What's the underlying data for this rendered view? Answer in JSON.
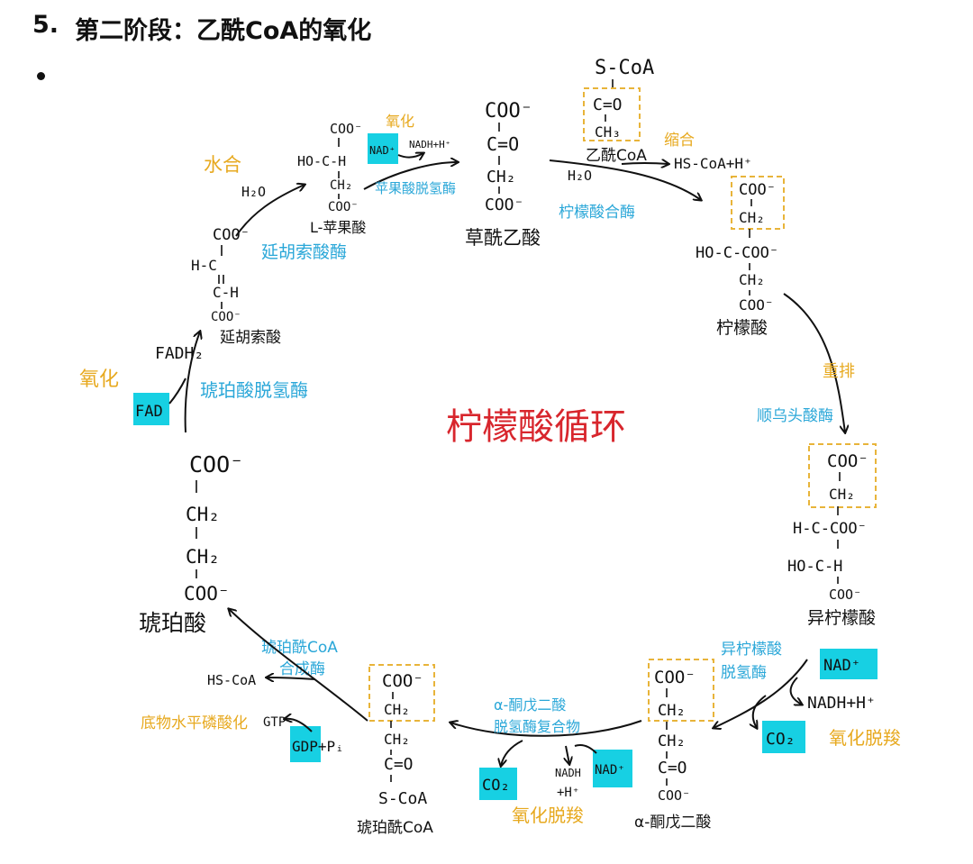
{
  "heading": {
    "number": "5.",
    "text": "第二阶段：乙酰CoA的氧化"
  },
  "center_title": "柠檬酸循环",
  "colors": {
    "enzyme": "#2aa7d8",
    "step": "#e7a91f",
    "highlight": "#17d0e3",
    "title": "#d8262d",
    "box": "#e8b43a"
  },
  "oxaloacetate": {
    "l1": "COO⁻",
    "l2": "C=O",
    "l3": "CH₂",
    "l4": "COO⁻",
    "name": "草酰乙酸"
  },
  "acetyl_coa": {
    "l1": "S-CoA",
    "l2": "C=O",
    "l3": "CH₃",
    "name": "乙酰CoA"
  },
  "condensation": {
    "step": "缩合",
    "h2o": "H₂O",
    "product": "HS-CoA+H⁺",
    "enzyme": "柠檬酸合酶"
  },
  "citrate": {
    "l1": "COO⁻",
    "l2": "CH₂",
    "l3": "HO-C-COO⁻",
    "l4": "CH₂",
    "l5": "COO⁻",
    "name": "柠檬酸"
  },
  "rearrangement": {
    "step": "重排",
    "enzyme": "顺乌头酸酶"
  },
  "isocitrate": {
    "l1": "COO⁻",
    "l2": "CH₂",
    "l3": "H-C-COO⁻",
    "l4": "HO-C-H",
    "l5": "COO⁻",
    "name": "异柠檬酸"
  },
  "isocitrate_step": {
    "enzyme_l1": "异柠檬酸",
    "enzyme_l2": "脱氢酶",
    "nad": "NAD⁺",
    "nadh": "NADH+H⁺",
    "co2": "CO₂",
    "step": "氧化脱羧"
  },
  "alpha_kg": {
    "l1": "COO⁻",
    "l2": "CH₂",
    "l3": "CH₂",
    "l4": "C=O",
    "l5": "COO⁻",
    "name": "α-酮戊二酸"
  },
  "akg_step": {
    "enzyme_l1": "α-酮戊二酸",
    "enzyme_l2": "脱氢酶复合物",
    "co2": "CO₂",
    "nadh_l1": "NADH",
    "nadh_l2": "+H⁺",
    "nad": "NAD⁺",
    "step": "氧化脱羧"
  },
  "succinyl_coa": {
    "l1": "COO⁻",
    "l2": "CH₂",
    "l3": "CH₂",
    "l4": "C=O",
    "l5": "S-CoA",
    "name": "琥珀酰CoA"
  },
  "succinyl_step": {
    "enzyme_l1": "琥珀酰CoA",
    "enzyme_l2": "合成酶",
    "hscoa": "HS-CoA",
    "gtp": "GTP",
    "gdp": "GDP+Pᵢ",
    "step": "底物水平磷酸化"
  },
  "succinate": {
    "l1": "COO⁻",
    "l2": "CH₂",
    "l3": "CH₂",
    "l4": "COO⁻",
    "name": "琥珀酸"
  },
  "succinate_step": {
    "fadh2": "FADH₂",
    "fad": "FAD",
    "step": "氧化",
    "enzyme": "琥珀酸脱氢酶"
  },
  "fumarate": {
    "l1": "COO⁻",
    "l2": "H-C",
    "l3": "C-H",
    "l4": "COO⁻",
    "name": "延胡索酸"
  },
  "hydration": {
    "step": "水合",
    "h2o": "H₂O",
    "enzyme": "延胡索酸酶"
  },
  "malate": {
    "l1": "COO⁻",
    "l2": "HO-C-H",
    "l3": "CH₂",
    "l4": "COO⁻",
    "name": "L-苹果酸"
  },
  "malate_step": {
    "step": "氧化",
    "nad": "NAD⁺",
    "nadh": "NADH+H⁺",
    "enzyme": "苹果酸脱氢酶"
  }
}
